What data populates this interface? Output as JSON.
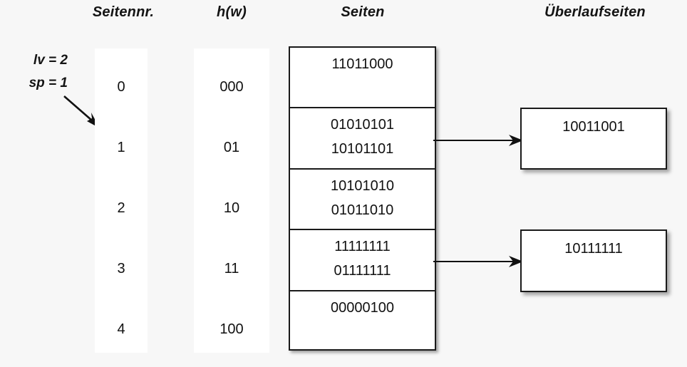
{
  "headers": {
    "page_number": "Seitennr.",
    "hash": "h(w)",
    "pages": "Seiten",
    "overflow_pages": "Überlaufseiten"
  },
  "parameters": {
    "lv": "lv = 2",
    "sp": "sp = 1",
    "pointer_icon": "diagonal-arrow-icon"
  },
  "colors": {
    "page_background": "#f7f7f7",
    "box_background": "#ffffff",
    "stroke": "#1a1a1a",
    "text": "#111111"
  },
  "rows": [
    {
      "page_number": "0",
      "hash": "000",
      "entries": [
        "11011000"
      ],
      "overflow": null
    },
    {
      "page_number": "1",
      "hash": "01",
      "entries": [
        "01010101",
        "10101101"
      ],
      "overflow": "10011001"
    },
    {
      "page_number": "2",
      "hash": "10",
      "entries": [
        "10101010",
        "01011010"
      ],
      "overflow": null
    },
    {
      "page_number": "3",
      "hash": "11",
      "entries": [
        "11111111",
        "01111111"
      ],
      "overflow": "10111111"
    },
    {
      "page_number": "4",
      "hash": "100",
      "entries": [
        "00000100"
      ],
      "overflow": null
    }
  ],
  "overflow_pages": [
    {
      "value": "10011001",
      "from_row": 1
    },
    {
      "value": "10111111",
      "from_row": 3
    }
  ],
  "connectors": [
    {
      "from_row": 1,
      "to_overflow": 0,
      "arrow": "right-arrow-icon"
    },
    {
      "from_row": 3,
      "to_overflow": 1,
      "arrow": "right-arrow-icon"
    }
  ]
}
